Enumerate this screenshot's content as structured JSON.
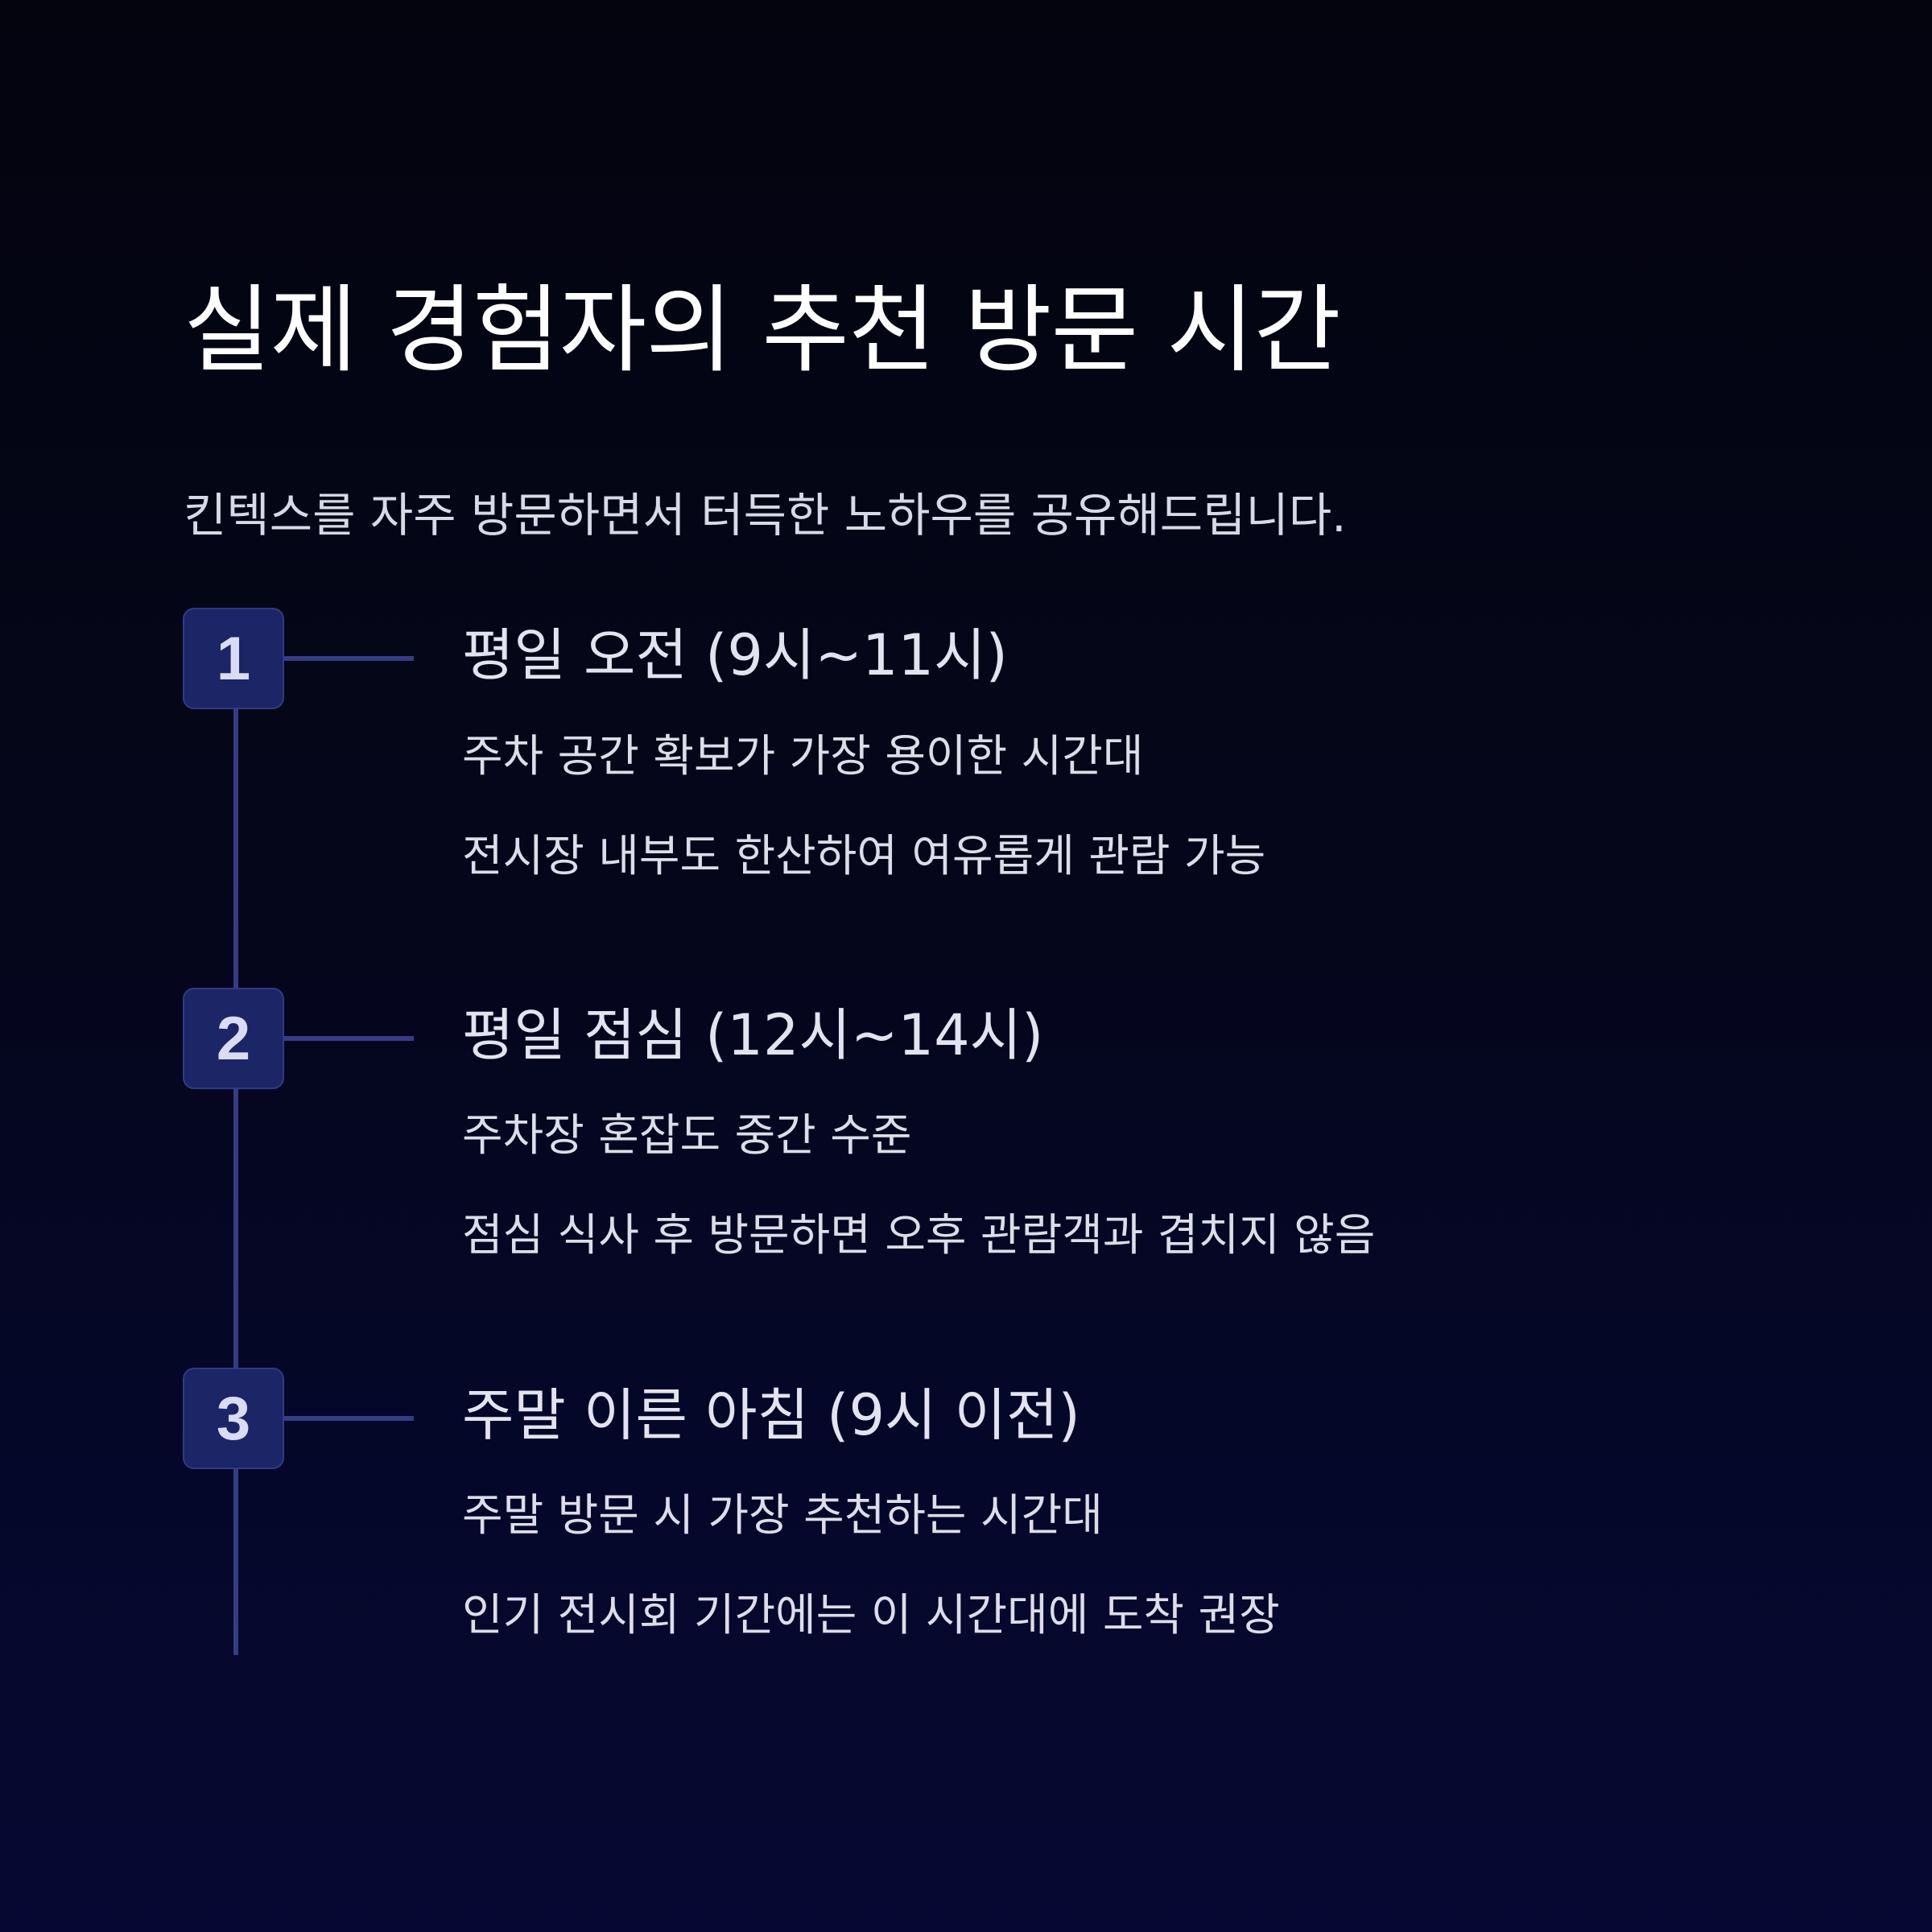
{
  "header": {
    "title": "실제 경험자의 추천 방문 시간",
    "subtitle": "킨텍스를 자주 방문하면서 터득한 노하우를 공유해드립니다."
  },
  "steps": [
    {
      "number": "1",
      "title": "평일 오전 (9시~11시)",
      "points": [
        "주차 공간 확보가 가장 용이한 시간대",
        "전시장 내부도 한산하여 여유롭게 관람 가능"
      ]
    },
    {
      "number": "2",
      "title": "평일 점심 (12시~14시)",
      "points": [
        "주차장 혼잡도 중간 수준",
        "점심 식사 후 방문하면 오후 관람객과 겹치지 않음"
      ]
    },
    {
      "number": "3",
      "title": "주말 이른 아침 (9시 이전)",
      "points": [
        "주말 방문 시 가장 추천하는 시간대",
        "인기 전시회 기간에는 이 시간대에 도착 권장"
      ]
    }
  ],
  "colors": {
    "background_top": "#04040f",
    "background_bottom": "#060833",
    "timeline_line": "#353c86",
    "step_box": "#1c2566",
    "text_primary": "#ffffff",
    "text_secondary": "#dcdde8"
  }
}
